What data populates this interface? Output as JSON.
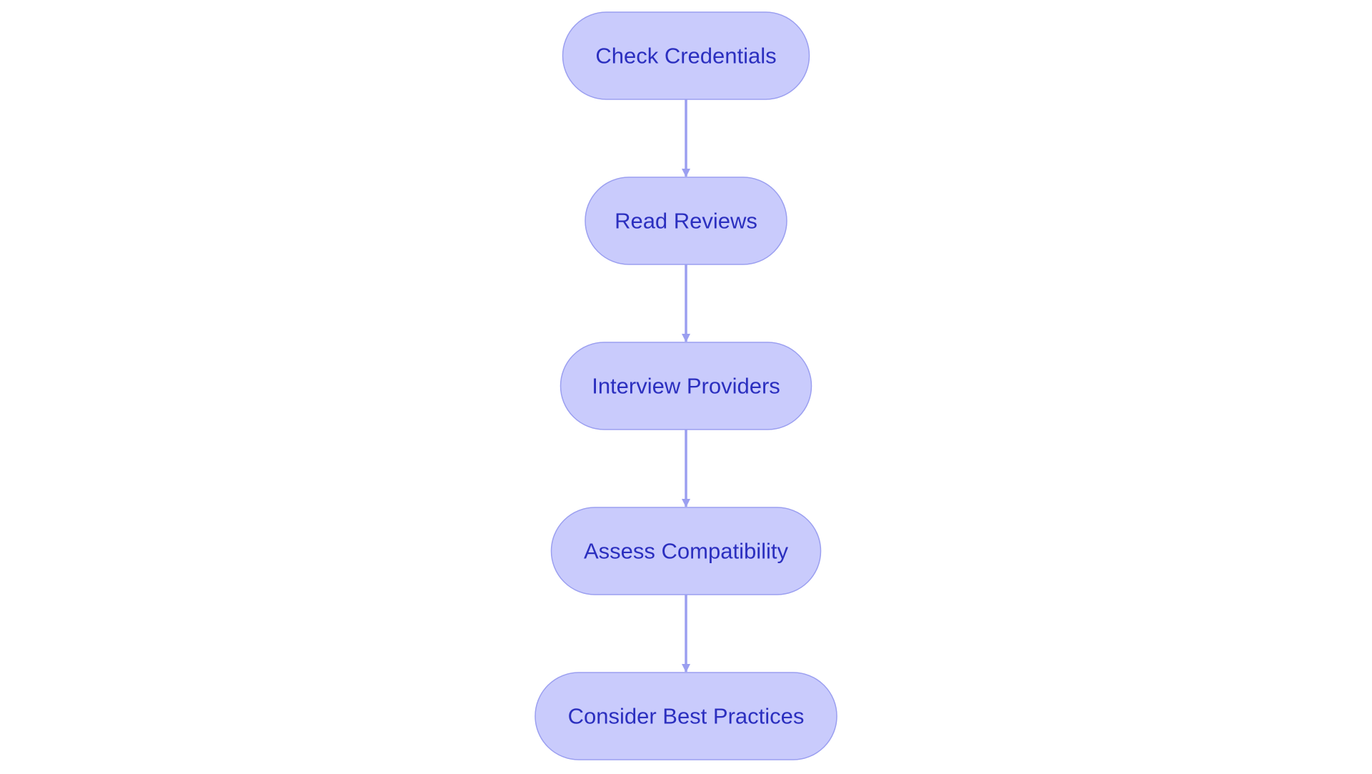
{
  "diagram": {
    "type": "flowchart",
    "direction": "top-to-bottom",
    "colors": {
      "background": "#ffffff",
      "node_fill": "#c9cbfc",
      "node_stroke": "#9b9ff0",
      "node_text": "#2b2fbf",
      "edge": "#9b9ff0"
    },
    "nodes": [
      {
        "id": "check-credentials",
        "label": "Check Credentials"
      },
      {
        "id": "read-reviews",
        "label": "Read Reviews"
      },
      {
        "id": "interview-providers",
        "label": "Interview Providers"
      },
      {
        "id": "assess-compatibility",
        "label": "Assess Compatibility"
      },
      {
        "id": "consider-best-practices",
        "label": "Consider Best Practices"
      }
    ],
    "edges": [
      {
        "from": "check-credentials",
        "to": "read-reviews"
      },
      {
        "from": "read-reviews",
        "to": "interview-providers"
      },
      {
        "from": "interview-providers",
        "to": "assess-compatibility"
      },
      {
        "from": "assess-compatibility",
        "to": "consider-best-practices"
      }
    ]
  }
}
